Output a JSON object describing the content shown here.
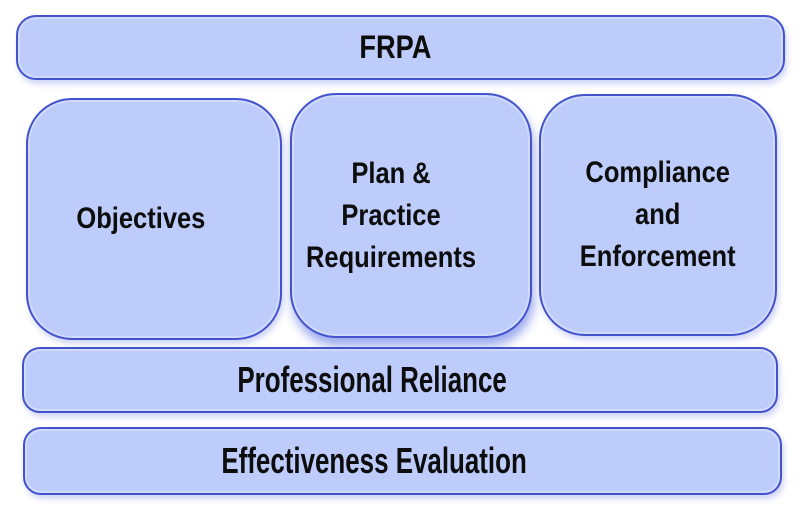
{
  "diagram": {
    "title_bar": {
      "label": "FRPA"
    },
    "boxes": [
      {
        "id": "objectives",
        "lines": [
          "Objectives"
        ]
      },
      {
        "id": "plan-practice-requirements",
        "lines": [
          "Plan &",
          "Practice",
          "Requirements"
        ]
      },
      {
        "id": "compliance-enforcement",
        "lines": [
          "Compliance",
          "and",
          "Enforcement"
        ]
      }
    ],
    "bars": [
      {
        "id": "professional-reliance",
        "label": "Professional Reliance"
      },
      {
        "id": "effectiveness-evaluation",
        "label": "Effectiveness Evaluation"
      }
    ],
    "theme": {
      "fill": "#bdccfb",
      "border": "#4353cd",
      "text": "#0d0d0d",
      "background": "#ffffff"
    }
  }
}
